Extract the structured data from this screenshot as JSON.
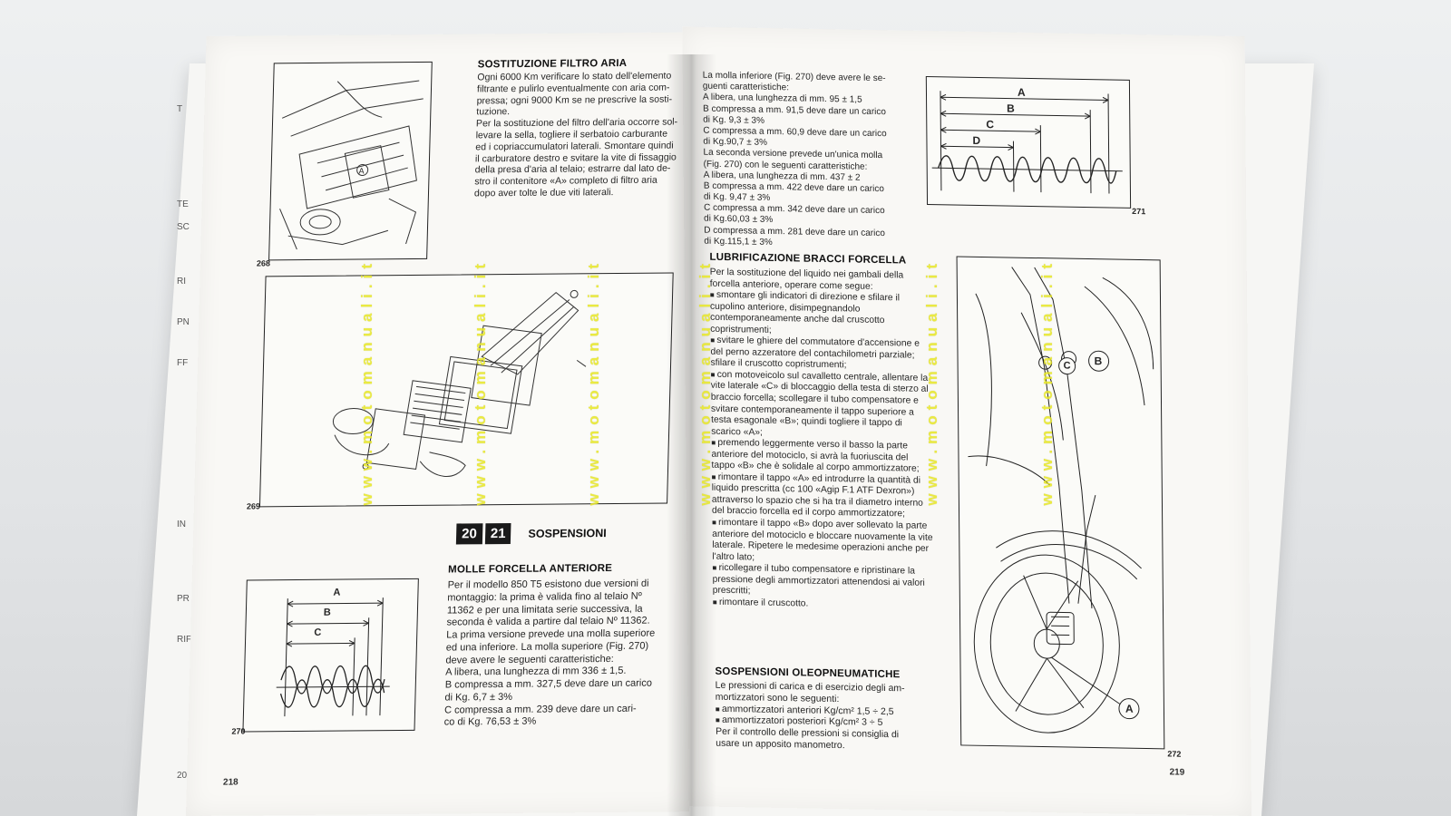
{
  "left_page": {
    "page_number": "218",
    "fig_268_label": "268",
    "fig_269_label": "269",
    "fig_270_label": "270",
    "air_filter_title": "SOSTITUZIONE FILTRO ARIA",
    "air_filter_text": [
      "Ogni 6000 Km verificare lo stato dell'elemento",
      "filtrante e pulirlo eventualmente con aria com-",
      "pressa; ogni 9000 Km se ne prescrive la sosti-",
      "tuzione.",
      "Per la sostituzione del filtro dell'aria occorre sol-",
      "levare la sella, togliere il serbatoio carburante",
      "ed i copriaccumulatori laterali. Smontare quindi",
      "il carburatore destro e svitare la vite di fissaggio",
      "della presa d'aria al telaio; estrarre dal lato de-",
      "stro il contenitore «A» completo di filtro aria",
      "dopo aver tolte le due viti laterali."
    ],
    "section_box_1": "20",
    "section_box_2": "21",
    "section_title": "SOSPENSIONI",
    "fork_springs_title": "MOLLE FORCELLA ANTERIORE",
    "fork_springs_text": [
      "Per il modello 850 T5 esistono due versioni di",
      "montaggio: la prima è valida fino al telaio Nº",
      "11362 e per una limitata serie successiva, la",
      "seconda è valida a partire dal telaio Nº 11362.",
      "La prima versione prevede una molla superiore",
      "ed una inferiore. La molla superiore (Fig. 270)",
      "deve avere le seguenti caratteristiche:",
      "A libera, una lunghezza di mm 336 ± 1,5.",
      "B compressa a mm. 327,5 deve dare un carico",
      "   di Kg.   6,7 ± 3%",
      "C compressa a mm. 239     deve dare un cari-",
      "   co di Kg. 76,53 ± 3%"
    ],
    "spring_labels": [
      "A",
      "B",
      "C"
    ],
    "side_marks": [
      "T",
      "TE",
      "SC",
      "RI",
      "PN",
      "FF",
      "IN",
      "PR",
      "RIF",
      "20"
    ]
  },
  "right_page": {
    "page_number": "219",
    "fig_271_label": "271",
    "fig_272_label": "272",
    "lower_spring_text": [
      "La molla inferiore (Fig. 270) deve avere le se-",
      "guenti caratteristiche:",
      "A libera, una lunghezza di mm. 95 ± 1,5",
      "B compressa a mm. 91,5 deve dare un carico",
      "   di Kg. 9,3 ± 3%",
      "C compressa a mm. 60,9 deve dare un carico",
      "   di Kg.90,7 ± 3%",
      "La seconda versione prevede un'unica molla",
      "(Fig. 270) con le seguenti caratteristiche:",
      "A libera, una lunghezza di mm. 437 ± 2",
      "B compressa a mm. 422 deve dare un carico",
      "   di Kg. 9,47 ± 3%",
      "C compressa a mm. 342 deve dare un carico",
      "   di Kg.60,03 ± 3%",
      "D compressa a mm. 281 deve dare un carico",
      "   di Kg.115,1 ± 3%"
    ],
    "spring_labels": [
      "A",
      "B",
      "C",
      "D"
    ],
    "lube_title": "LUBRIFICAZIONE BRACCI FORCELLA",
    "lube_intro": [
      "Per la sostituzione del liquido nei gambali della",
      "forcella anteriore, operare come segue:"
    ],
    "lube_steps": [
      "smontare gli indicatori di direzione e sfilare il cupolino anteriore, disimpegnandolo contemporaneamente anche dal cruscotto copristrumenti;",
      "svitare le ghiere del commutatore d'accensione e del perno azzeratore del contachilometri parziale; sfilare il cruscotto copristrumenti;",
      "con motoveicolo sul cavalletto centrale, allentare la vite laterale «C» di bloccaggio della testa di sterzo al braccio forcella; scollegare il tubo compensatore e svitare contemporaneamente il tappo superiore a testa esagonale «B»; quindi togliere il tappo di scarico «A»;",
      "premendo leggermente verso il basso la parte anteriore del motociclo, si avrà la fuoriuscita del tappo «B» che è solidale al corpo ammortizzatore;",
      "rimontare il tappo «A» ed introdurre la quantità di liquido prescritta (cc 100 «Agip F.1 ATF Dexron») attraverso lo spazio che si ha tra il diametro interno del braccio forcella ed il corpo ammortizzatore;",
      "rimontare il tappo «B» dopo aver sollevato la parte anteriore del motociclo e bloccare nuovamente la vite laterale. Ripetere le medesime operazioni anche per l'altro lato;",
      "ricollegare il tubo compensatore e ripristinare la pressione degli ammortizzatori attenendosi ai valori prescritti;",
      "rimontare il cruscotto."
    ],
    "oleo_title": "SOSPENSIONI OLEOPNEUMATICHE",
    "oleo_text": [
      "Le pressioni di carica e di esercizio degli am-",
      "mortizzatori sono le seguenti:"
    ],
    "oleo_items": [
      "ammortizzatori anteriori Kg/cm² 1,5 ÷ 2,5",
      "ammortizzatori posteriori Kg/cm² 3 ÷ 5"
    ],
    "oleo_footer": [
      "Per il controllo delle pressioni si consiglia di",
      "usare un apposito manometro."
    ],
    "fig272_callouts": [
      "B",
      "A",
      "C"
    ]
  },
  "watermark_text": "www.motomanuali.it",
  "colors": {
    "watermark": "#e8e82a",
    "paper": "#f9f8f5",
    "ink": "#1d1d1d"
  }
}
